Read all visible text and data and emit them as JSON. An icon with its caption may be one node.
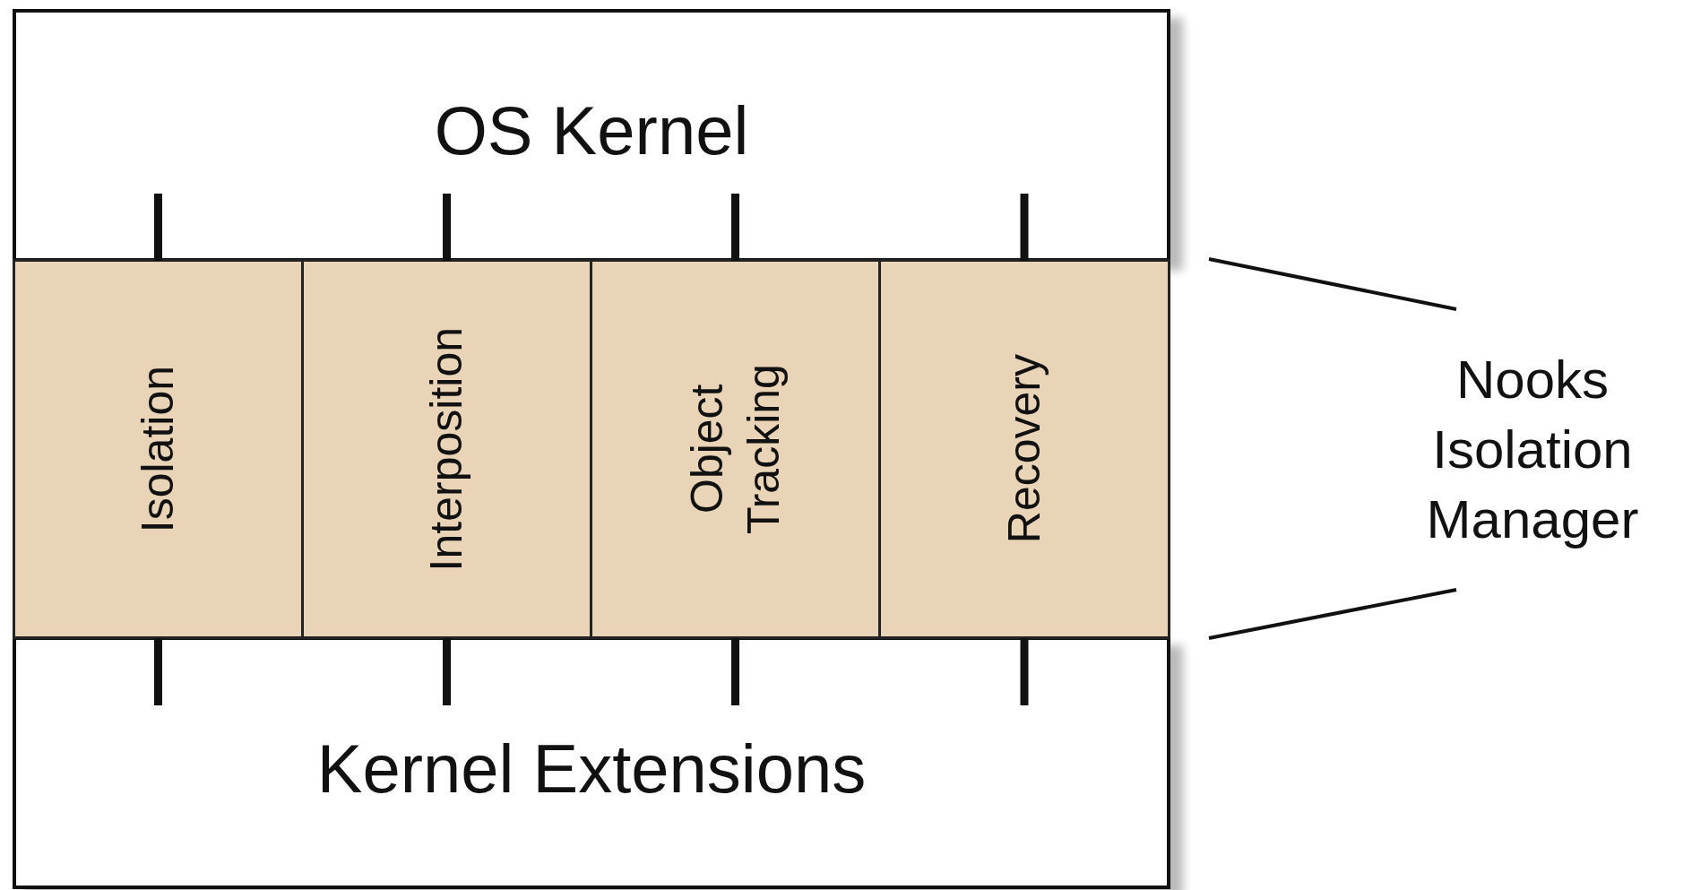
{
  "diagram": {
    "nodes": [
      {
        "text": [
          "OS Kernel"
        ]
      },
      {
        "text": [
          "Isolation"
        ]
      },
      {
        "text": [
          "Interposition"
        ]
      },
      {
        "text": [
          "Object Tracking"
        ]
      },
      {
        "text": [
          "Recovery"
        ]
      },
      {
        "text": [
          "Kernel Extensions"
        ]
      },
      {
        "text": [
          "Nooks Isolation Manager"
        ]
      }
    ],
    "edges": [
      {
        "from": 0,
        "to": 1,
        "arrow": "none"
      },
      {
        "from": 0,
        "to": 2,
        "arrow": "none"
      },
      {
        "from": 0,
        "to": 3,
        "arrow": "none"
      },
      {
        "from": 0,
        "to": 4,
        "arrow": "none"
      },
      {
        "from": 1,
        "to": 5,
        "arrow": "none"
      },
      {
        "from": 2,
        "to": 5,
        "arrow": "none"
      },
      {
        "from": 3,
        "to": 5,
        "arrow": "none"
      },
      {
        "from": 4,
        "to": 5,
        "arrow": "none"
      },
      {
        "from": 6,
        "to": null,
        "arrow": "none"
      },
      {
        "from": 6,
        "to": null,
        "arrow": "none"
      }
    ]
  }
}
